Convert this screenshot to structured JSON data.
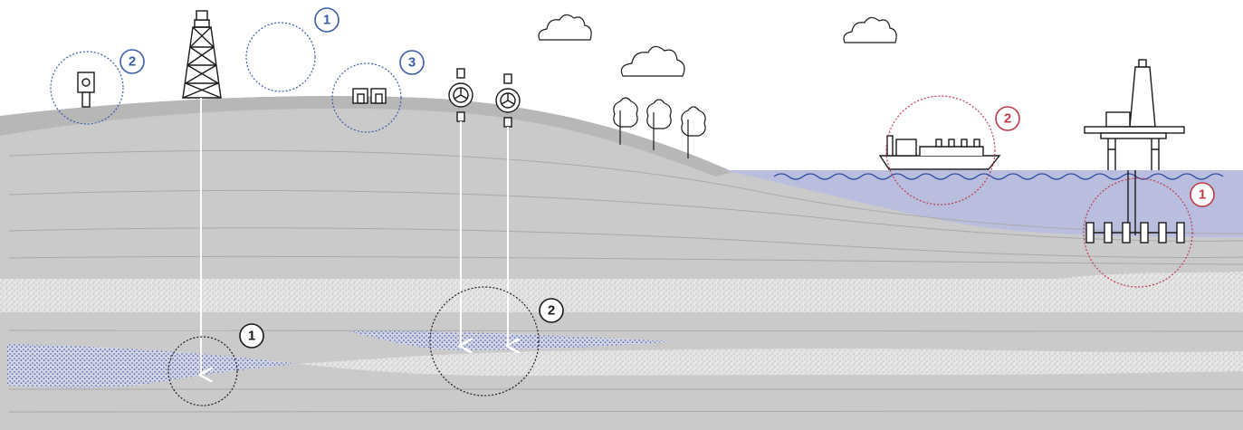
{
  "colors": {
    "background": "#ffffff",
    "ground": "#cbcacb",
    "ground_top": "#b8b7b8",
    "strata_line": "#a9a8a9",
    "sand": "#e6e5e5",
    "sand_dots": "#a6a6a6",
    "reservoir_blue": "#5a6fae",
    "sea": "#b9bedf",
    "wave": "#2c4aa0",
    "blue_marker": "#3b5ca8",
    "red_marker": "#c0394a",
    "black_marker": "#1a1a1a",
    "arrow": "#ffffff",
    "outline": "#1a1a1a"
  },
  "markers": {
    "onshore": [
      {
        "label": "1",
        "target": "open-area"
      },
      {
        "label": "2",
        "target": "monitoring-station"
      },
      {
        "label": "3",
        "target": "facility-buildings"
      }
    ],
    "offshore": [
      {
        "label": "1",
        "target": "subsea-template"
      },
      {
        "label": "2",
        "target": "transport-ship"
      }
    ],
    "underground": [
      {
        "label": "1",
        "target": "drilling-well-reservoir"
      },
      {
        "label": "2",
        "target": "injection-wells-reservoir"
      }
    ]
  },
  "icons": [
    "drilling-rig-icon",
    "monitoring-station-icon",
    "facility-buildings-icon",
    "injection-wellhead-icon",
    "tree-icon",
    "cloud-icon",
    "ship-icon",
    "offshore-platform-icon",
    "subsea-template-icon"
  ]
}
